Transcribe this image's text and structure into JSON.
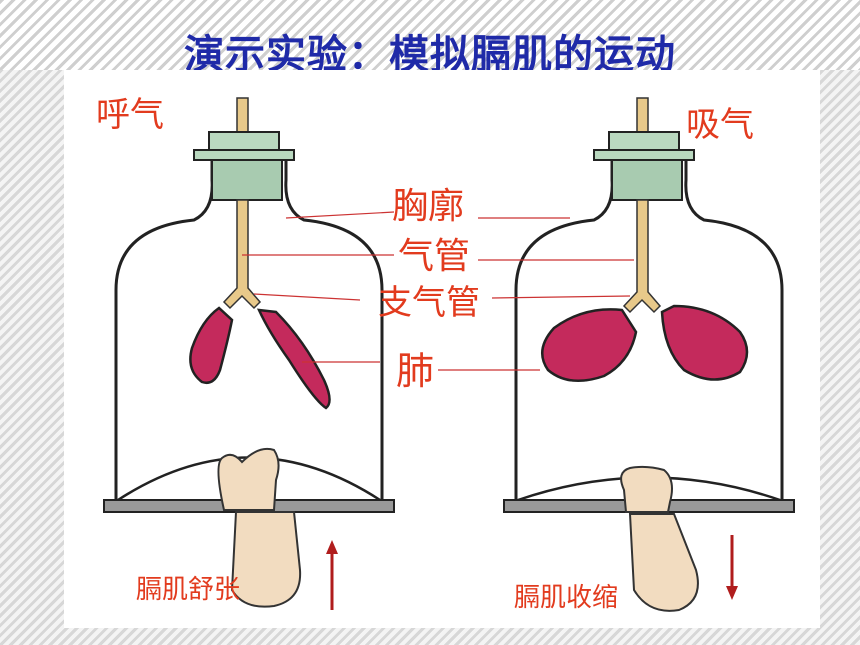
{
  "title": "演示实验：模拟膈肌的运动",
  "labels": {
    "exhale": "呼气",
    "inhale": "吸气",
    "rib_cage": "胸廓",
    "trachea": "气管",
    "bronchus": "支气管",
    "lung": "肺",
    "diaphragm_relax": "膈肌舒张",
    "diaphragm_contract": "膈肌收缩"
  },
  "colors": {
    "title": "#1f2aa8",
    "label": "#e23b1e",
    "lung": "#c42a5c",
    "stopper": "#a8cbb0",
    "tube": "#e8c98a",
    "hand": "#f2dcc0"
  }
}
